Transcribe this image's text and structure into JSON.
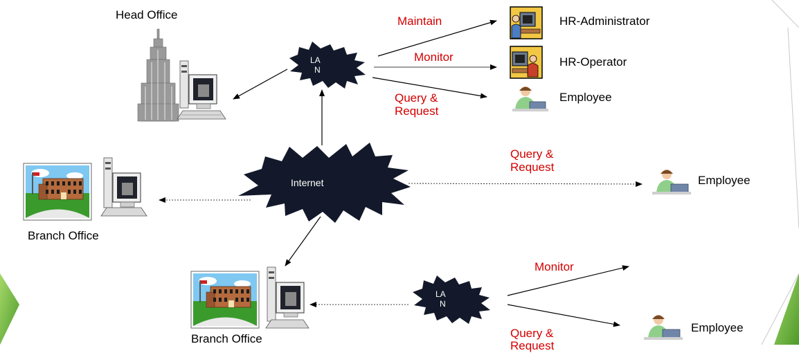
{
  "head_office": {
    "title": "Head Office"
  },
  "branch_office_1": {
    "title": "Branch Office"
  },
  "branch_office_2": {
    "title": "Branch Office"
  },
  "clouds": {
    "lan_top": {
      "line1": "LA",
      "line2": "N"
    },
    "internet": {
      "label": "Internet"
    },
    "lan_bottom": {
      "line1": "LA",
      "line2": "N"
    }
  },
  "actors": {
    "hr_admin": "HR-Administrator",
    "hr_operator": "HR-Operator",
    "employee_top": "Employee",
    "employee_mid": "Employee",
    "employee_bottom": "Employee"
  },
  "actions": {
    "maintain": "Maintain",
    "monitor_top": "Monitor",
    "query_top_1": "Query &",
    "query_top_2": "Request",
    "query_mid_1": "Query &",
    "query_mid_2": "Request",
    "monitor_bottom": "Monitor",
    "query_bottom_1": "Query &",
    "query_bottom_2": "Request"
  },
  "colors": {
    "action_text": "#d40000",
    "cloud_fill": "#13192a",
    "slide_accent": "#7dc243"
  }
}
